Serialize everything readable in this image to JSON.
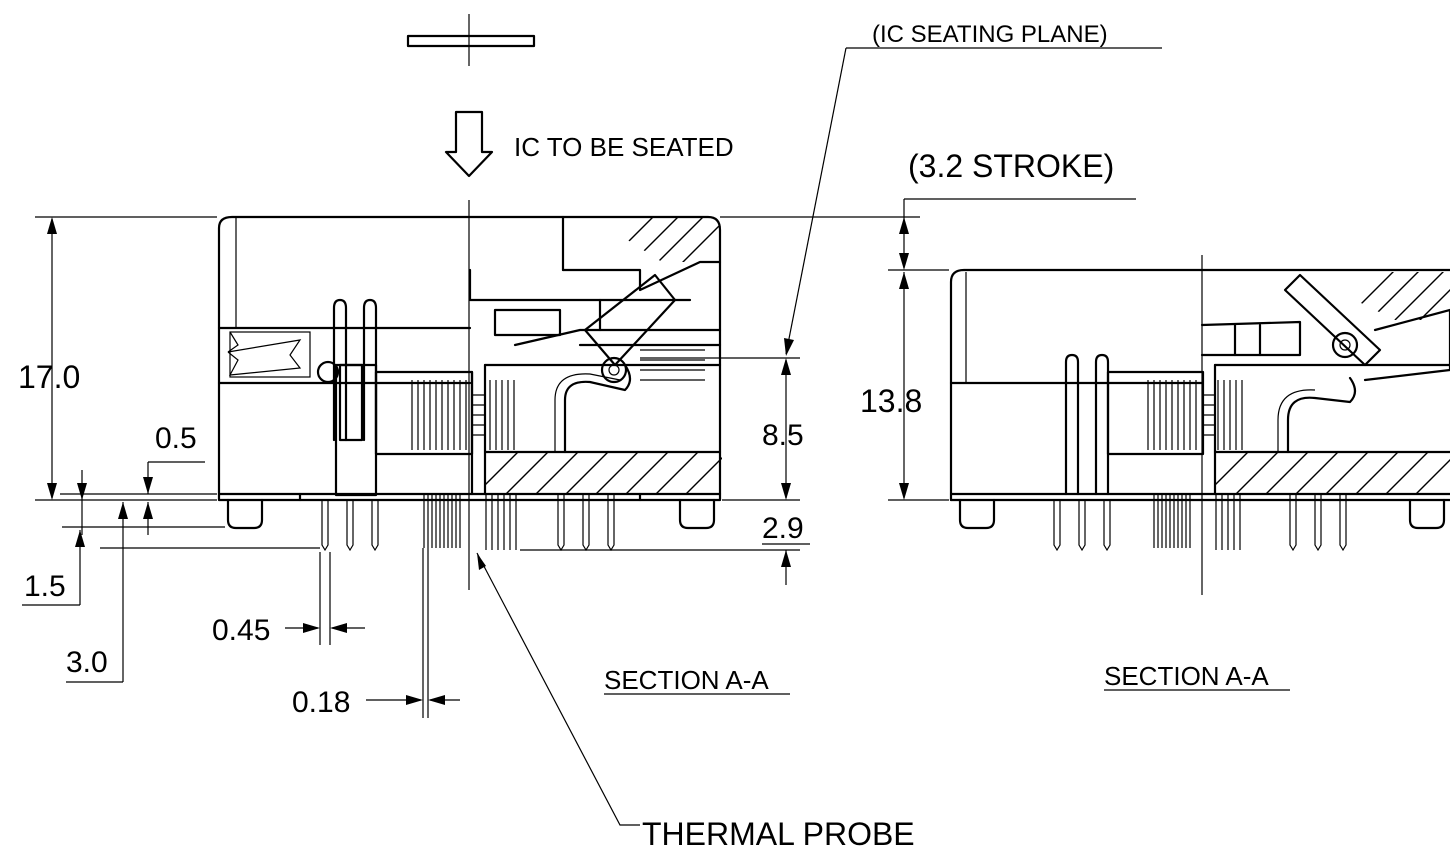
{
  "labels": {
    "ic_seating_plane": "(IC SEATING PLANE)",
    "stroke": "(3.2 STROKE)",
    "ic_to_be_seated": "IC TO BE SEATED",
    "section_left": "SECTION A-A",
    "section_right": "SECTION A-A",
    "thermal_probe": "THERMAL PROBE"
  },
  "dimensions": {
    "height_total": "17.0",
    "height_lid": "8.5",
    "height_closed": "13.8",
    "standoff": "0.5",
    "pin_length_short": "1.5",
    "pin_length_long": "3.0",
    "pin_width": "0.45",
    "probe_width": "0.18",
    "pin_projection": "2.9"
  },
  "colors": {
    "line": "#000000",
    "background": "#ffffff"
  }
}
